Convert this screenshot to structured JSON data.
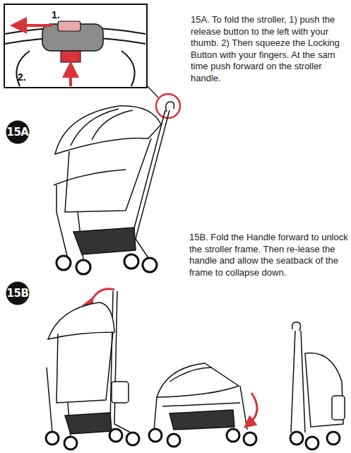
{
  "diagram": {
    "nodes": [
      {
        "text": [
          "1.",
          "2."
        ]
      },
      {
        "text": [
          "15A"
        ]
      },
      {
        "text": [
          "15B"
        ]
      }
    ],
    "labels": [
      "15A. To fold the stroller, 1) push the release button to the left with your thumb. 2) Then squeeze the Locking Button with your fingers. At the sam time push forward on the stroller handle.",
      "15B. Fold the Handle forward to unlock the stroller frame. Then re-lease the handle and allow the seatback of the frame to collapse down."
    ]
  }
}
